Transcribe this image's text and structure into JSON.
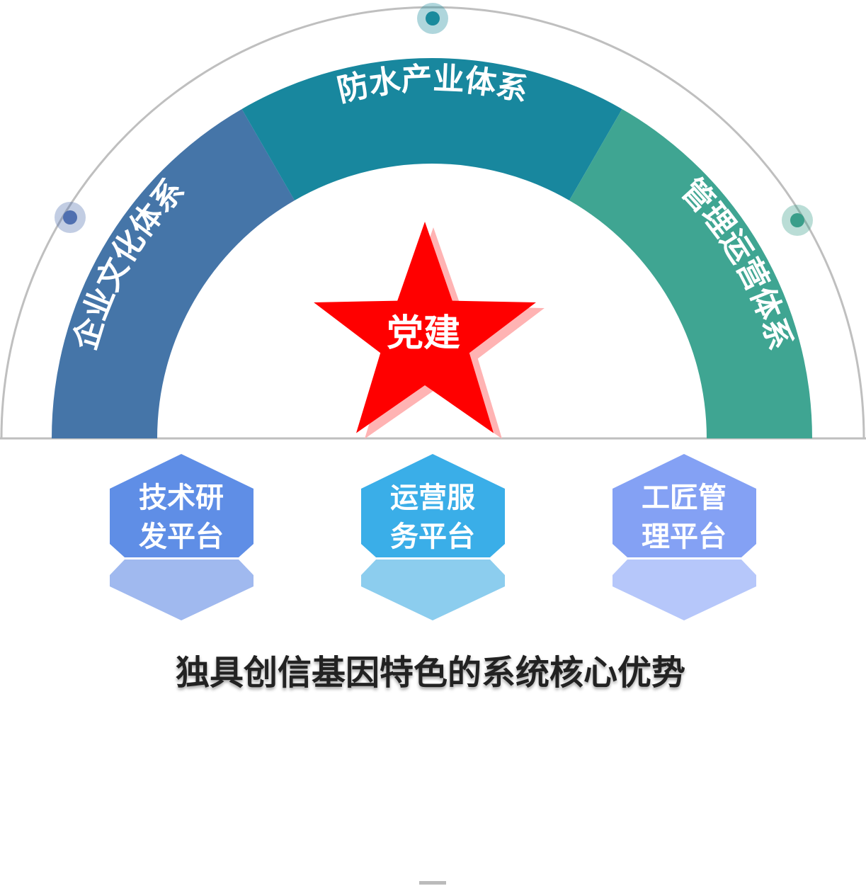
{
  "colors": {
    "outer_arc": "#bfbfbf",
    "segment_left": "#4575a8",
    "segment_middle": "#18879e",
    "segment_right": "#3fa592",
    "star_fill": "#ff0000",
    "star_shadow": "#ffb3b3",
    "dot_left": "#4f6fb0",
    "dot_top": "#1a8a9c",
    "dot_right": "#3a9e8a",
    "hex_left": "#5f8ee6",
    "hex_left_light": "#a0b9ef",
    "hex_middle": "#3aaee8",
    "hex_middle_light": "#8ccdee",
    "hex_right": "#84a1f4",
    "hex_right_light": "#b6c7fa",
    "caption": "#222222"
  },
  "arc": {
    "segments": [
      {
        "label": "企业文化体系",
        "color_key": "segment_left"
      },
      {
        "label": "防水产业体系",
        "color_key": "segment_middle"
      },
      {
        "label": "管理运营体系",
        "color_key": "segment_right"
      }
    ]
  },
  "center": {
    "label": "党建"
  },
  "platforms": [
    {
      "line1": "技术研",
      "line2": "发平台"
    },
    {
      "line1": "运营服",
      "line2": "务平台"
    },
    {
      "line1": "工匠管",
      "line2": "理平台"
    }
  ],
  "caption": "独具创信基因特色的系统核心优势"
}
